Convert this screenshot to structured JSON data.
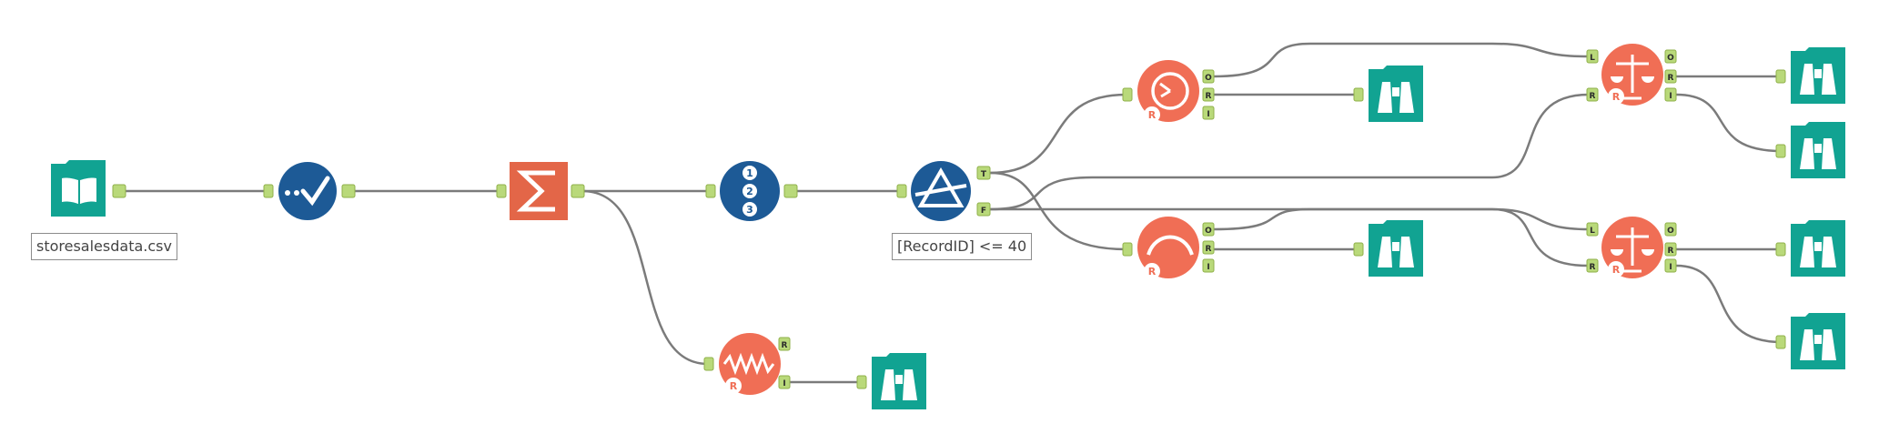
{
  "canvas": {
    "colors": {
      "background": "#ffffff",
      "connection": "#7b7b7b",
      "anchor_fill": "#b9d97a",
      "input_output_green": "#11a392",
      "preparation_blue": "#1d5a96",
      "transform_orange": "#e36648",
      "predictive_coral": "#f06e55"
    }
  },
  "tools": [
    {
      "id": "input",
      "icon": "book-icon",
      "kind": "Input Data",
      "label": "storesalesdata.csv"
    },
    {
      "id": "select",
      "icon": "checkmark-icon",
      "kind": "Select"
    },
    {
      "id": "summarize",
      "icon": "sigma-icon",
      "kind": "Summarize"
    },
    {
      "id": "record-id",
      "icon": "numbered-list-icon",
      "kind": "Record ID"
    },
    {
      "id": "filter",
      "icon": "filter-triangle-icon",
      "kind": "Filter",
      "label": "[RecordID] <= 40"
    },
    {
      "id": "r-tool-time-series",
      "icon": "r-clock-icon",
      "kind": "R predictive tool"
    },
    {
      "id": "r-tool-curve",
      "icon": "r-curve-icon",
      "kind": "R predictive tool"
    },
    {
      "id": "r-tool-zigzag",
      "icon": "r-zigzag-icon",
      "kind": "R predictive tool"
    },
    {
      "id": "r-tool-scale-top",
      "icon": "r-scale-icon",
      "kind": "R predictive tool"
    },
    {
      "id": "r-tool-scale-bottom",
      "icon": "r-scale-icon",
      "kind": "R predictive tool"
    },
    {
      "id": "browse",
      "icon": "binoculars-icon",
      "kind": "Browse",
      "count": 7
    }
  ],
  "anchors": {
    "input_marker": "",
    "filter_true": "T",
    "filter_false": "F",
    "r_output": "R",
    "r_interactive": "I",
    "output_o": "O",
    "left_input": "L",
    "right_input": "R"
  }
}
